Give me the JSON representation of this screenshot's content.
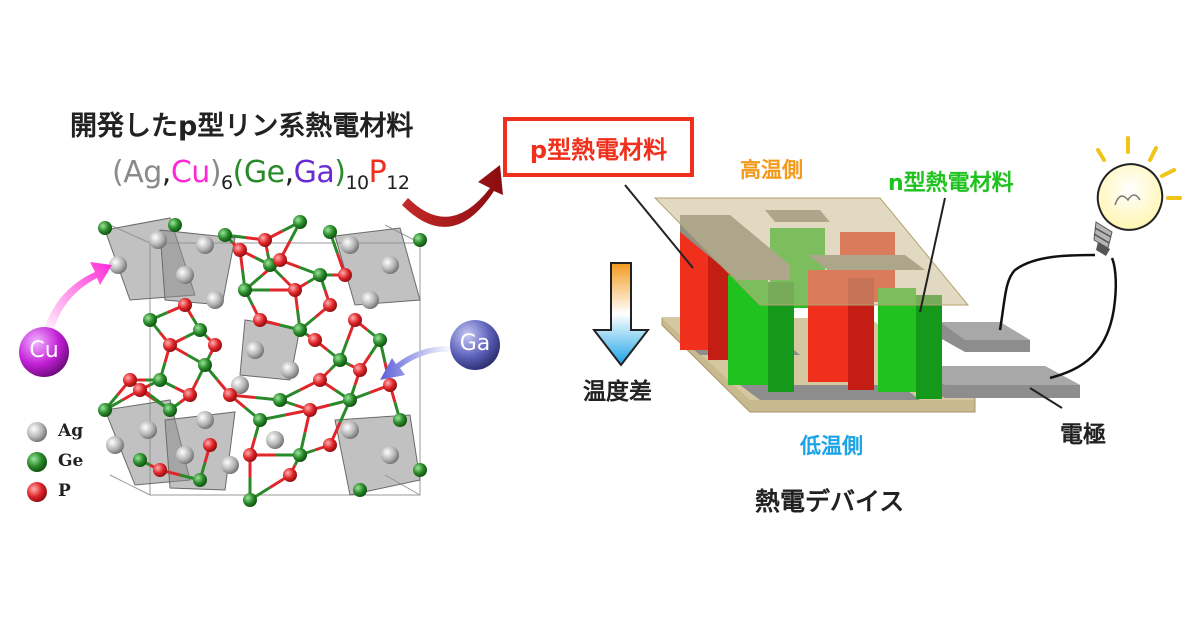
{
  "title": "開発したp型リン系熱電材料",
  "formula": {
    "open1": "(",
    "ag": "Ag",
    "comma1": ",",
    "cu": "Cu",
    "close1": ")",
    "sub1": "6",
    "open2": "(",
    "ge": "Ge",
    "comma2": ",",
    "ga": "Ga",
    "close2": ")",
    "sub2": "10",
    "p": "P",
    "sub3": "12"
  },
  "dopants": {
    "cu": "Cu",
    "ga": "Ga"
  },
  "legend": [
    {
      "label": "Ag",
      "color": "#b9b9b9"
    },
    {
      "label": "Ge",
      "color": "#2a8a2a"
    },
    {
      "label": "P",
      "color": "#e0262a"
    }
  ],
  "device": {
    "p_label": "p型熱電材料",
    "n_label": "n型熱電材料",
    "hot_side": "高温側",
    "cold_side": "低温側",
    "temp_diff": "温度差",
    "electrode": "電極",
    "caption": "熱電デバイス"
  },
  "colors": {
    "p_red": "#f0301c",
    "n_green": "#1fc21f",
    "ge_green": "#2a8a2a",
    "ga_purple": "#6a2bd6",
    "cu_magenta": "#ff28d6",
    "hot_orange": "#f39a1c",
    "cold_blue": "#1aa3e6"
  }
}
